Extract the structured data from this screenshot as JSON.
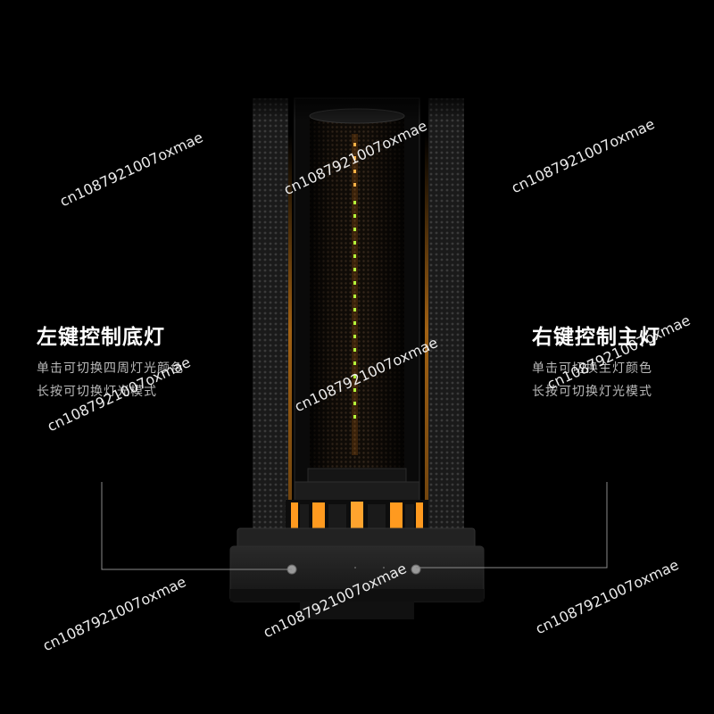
{
  "left_callout": {
    "title": "左键控制底灯",
    "lines": [
      "单击可切换四周灯光颜色",
      "长按可切换灯光模式"
    ]
  },
  "right_callout": {
    "title": "右键控制主灯",
    "lines": [
      "单击可切换主灯颜色",
      "长按可切换灯光模式"
    ]
  },
  "watermark": "cn1087921007oxmae",
  "colors": {
    "background": "#000000",
    "accent_orange": "#ff9a1f",
    "led_green": "#b6ff3a",
    "body_dark": "#1a1a1a"
  }
}
